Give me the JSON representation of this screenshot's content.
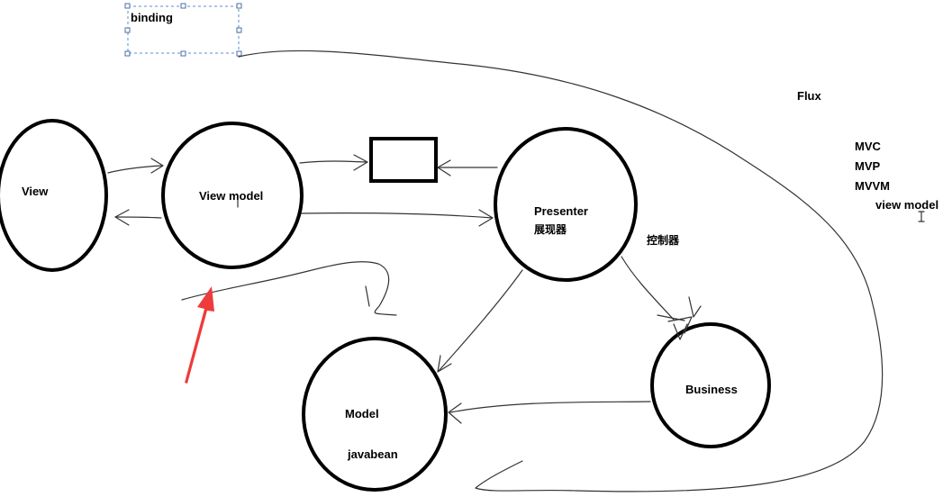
{
  "textbox": {
    "label": "binding"
  },
  "nodes": {
    "view": {
      "label": "View"
    },
    "view_model": {
      "label": "View model"
    },
    "presenter": {
      "label": "Presenter",
      "sublabel": "展现器"
    },
    "model": {
      "label": "Model",
      "sublabel": "javabean"
    },
    "business": {
      "label": "Business"
    }
  },
  "annotations": {
    "controller": "控制器",
    "flux": "Flux",
    "patterns": [
      "MVC",
      "MVP",
      "MVVM"
    ],
    "view_model_note": "view model"
  },
  "colors": {
    "highlight_arrow": "#ee3b3b",
    "selection_box": "#5b8ccf"
  }
}
